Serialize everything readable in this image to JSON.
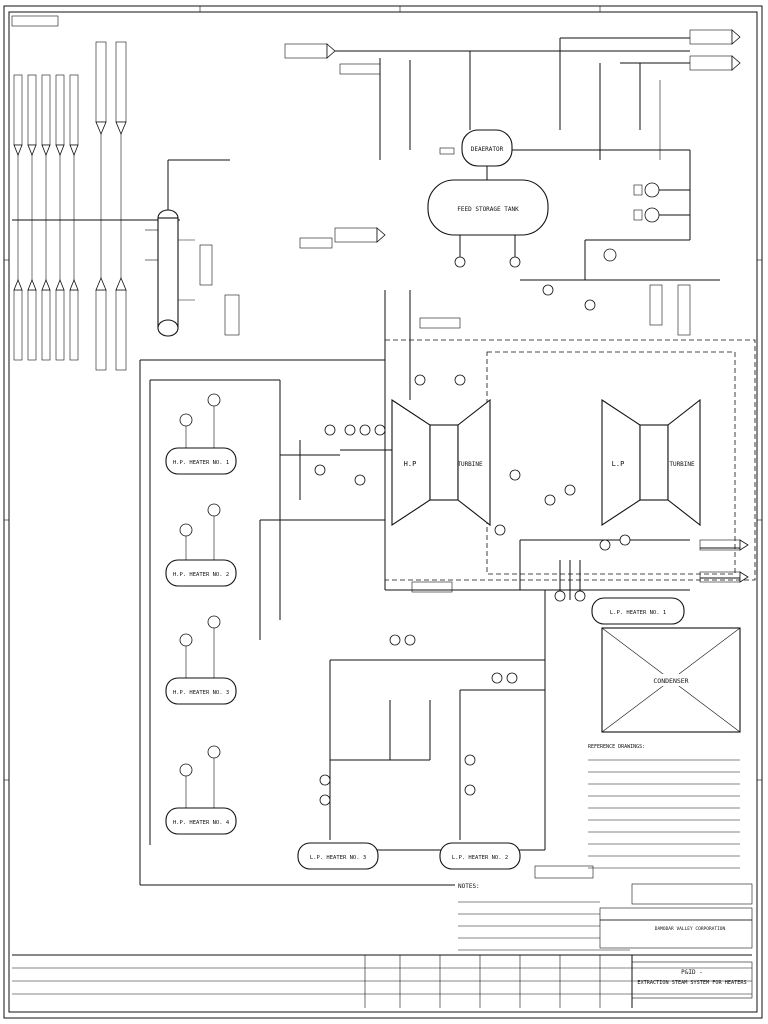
{
  "drawing": {
    "turbines": {
      "hp_left": {
        "section": "H.P",
        "name": "TURBINE"
      },
      "lp_right": {
        "section": "L.P",
        "name": "TURBINE"
      }
    },
    "vessels": {
      "feed_storage_tank": "FEED STORAGE TANK",
      "deaerator": "DEAERATOR",
      "condenser": "CONDENSER"
    },
    "heaters": {
      "hp1": "H.P. HEATER NO. 1",
      "hp2": "H.P. HEATER NO. 2",
      "hp3": "H.P. HEATER NO. 3",
      "hp4": "H.P. HEATER NO. 4",
      "lp1": "L.P. HEATER NO. 1",
      "lp2": "L.P. HEATER NO. 2",
      "lp3": "L.P. HEATER NO. 3"
    },
    "notes": {
      "heading": "NOTES:"
    },
    "references": {
      "heading": "REFERENCE DRAWINGS:"
    },
    "title_block": {
      "company": "DAMODAR VALLEY CORPORATION",
      "sheet_title_1": "P&ID -",
      "sheet_title_2": "EXTRACTION STEAM SYSTEM FOR HEATERS"
    }
  }
}
